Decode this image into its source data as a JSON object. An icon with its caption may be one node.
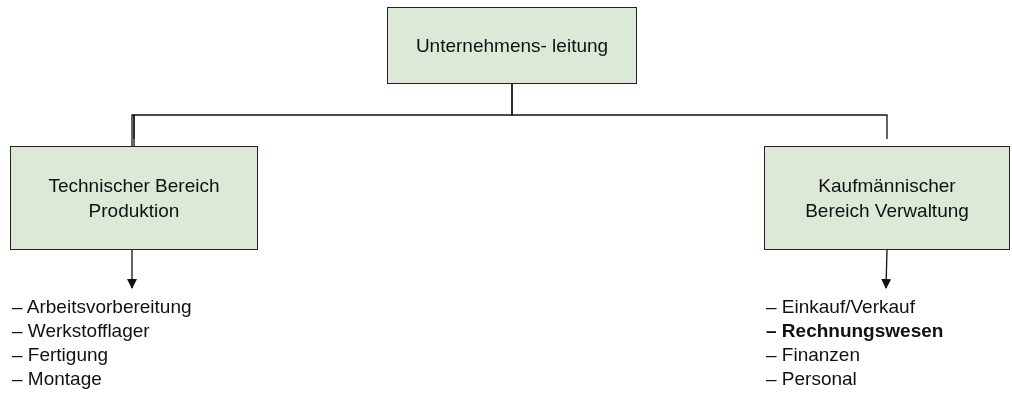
{
  "diagram": {
    "nodes": [
      {
        "text": [
          "Unternehmens- leitung"
        ]
      },
      {
        "text": [
          "Technischer Bereich Produktion"
        ]
      },
      {
        "text": [
          "Kaufmännischer Bereich Verwaltung"
        ]
      },
      {
        "text": [
          "– Arbeitsvorbereitung",
          "– Werkstofflager",
          "– Fertigung",
          "– Montage"
        ]
      },
      {
        "text": [
          "– Einkauf/Verkauf",
          "**– Rechnungswesen**",
          "– Finanzen",
          "– Personal"
        ]
      }
    ],
    "edges": [
      {
        "from": 0,
        "to": 1,
        "arrow": "none"
      },
      {
        "from": 0,
        "to": 2,
        "arrow": "none"
      },
      {
        "from": 1,
        "to": 3,
        "arrow": "to"
      },
      {
        "from": 2,
        "to": 4,
        "arrow": "to"
      }
    ]
  }
}
